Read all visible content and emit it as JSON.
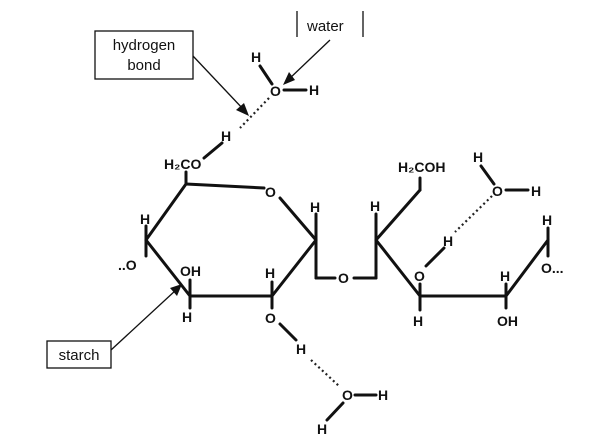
{
  "labels": {
    "water": "water",
    "hydrogen_bond_line1": "hydrogen",
    "hydrogen_bond_line2": "bond",
    "starch": "starch"
  },
  "atoms": {
    "H": "H",
    "O": "O",
    "OH": "OH",
    "H2C_O": "H₂CO",
    "H2COH": "H₂COH",
    "ring_link_left": "..O",
    "ring_link_right": "O..."
  }
}
